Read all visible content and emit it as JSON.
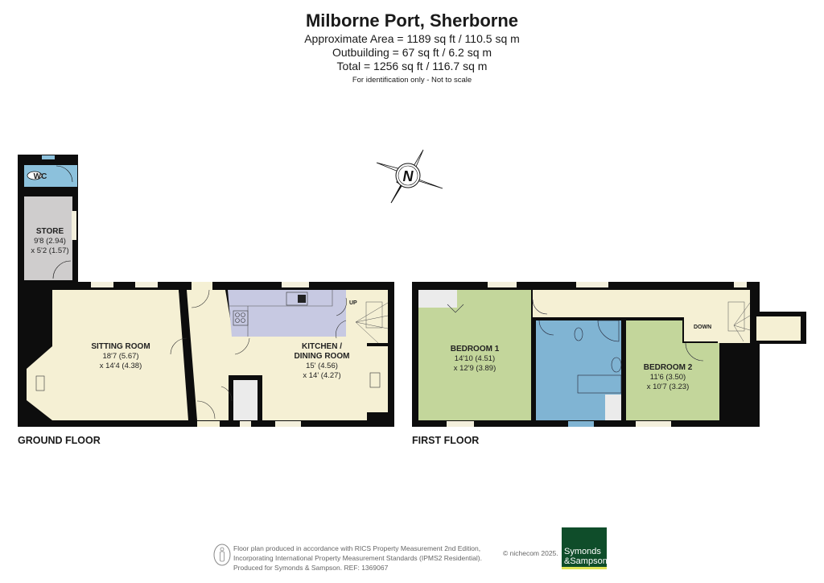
{
  "header": {
    "title": "Milborne Port, Sherborne",
    "approximate_area": "Approximate Area = 1189 sq ft / 110.5 sq m",
    "outbuilding": "Outbuilding = 67 sq ft / 6.2 sq m",
    "total": "Total = 1256 sq ft / 116.7 sq m",
    "disclaimer": "For identification only - Not to scale"
  },
  "compass": {
    "label": "N",
    "icon": "compass-north-icon"
  },
  "colors": {
    "wall": "#0d0d0d",
    "living": "#f5f0d4",
    "kitchen": "#c7c9e2",
    "bedroom": "#c3d69b",
    "bathroom": "#80b4d3",
    "store": "#cfcdcd",
    "wc": "#8cc1dc",
    "cupboard": "#ebebeb",
    "window": "#f3efdc",
    "brand_green": "#0f4d2a",
    "brand_yellow": "#e2e455"
  },
  "ground_floor": {
    "label": "GROUND FLOOR",
    "rooms": [
      {
        "name": "WC",
        "dims1": "",
        "dims2": ""
      },
      {
        "name": "STORE",
        "dims1": "9'8 (2.94)",
        "dims2": "x 5'2 (1.57)"
      },
      {
        "name": "SITTING ROOM",
        "dims1": "18'7 (5.67)",
        "dims2": "x 14'4 (4.38)"
      },
      {
        "name": "KITCHEN /",
        "name2": "DINING ROOM",
        "dims1": "15' (4.56)",
        "dims2": "x 14' (4.27)"
      }
    ],
    "stairs_label": "UP"
  },
  "first_floor": {
    "label": "FIRST FLOOR",
    "rooms": [
      {
        "name": "BEDROOM 1",
        "dims1": "14'10 (4.51)",
        "dims2": "x 12'9 (3.89)"
      },
      {
        "name": "BEDROOM 2",
        "dims1": "11'6 (3.50)",
        "dims2": "x 10'7 (3.23)"
      }
    ],
    "stairs_label": "DOWN"
  },
  "footer": {
    "line1": "Floor plan produced in accordance with RICS Property Measurement 2nd Edition,",
    "line2": "Incorporating International Property Measurement Standards (IPMS2 Residential).",
    "line3": "Produced for Symonds & Sampson.   REF:  1369067",
    "copyright": "© nichecom 2025.",
    "logo_line1": "Symonds",
    "logo_line2": "&Sampson"
  }
}
